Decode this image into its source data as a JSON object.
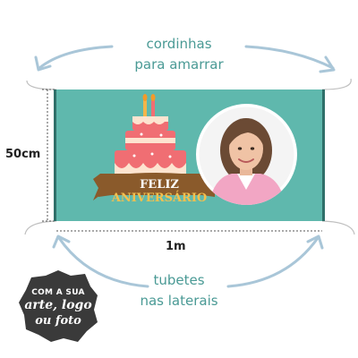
{
  "labels": {
    "top_line1": "cordinhas",
    "top_line2": "para amarrar",
    "bottom_line1": "tubetes",
    "bottom_line2": "nas laterais",
    "height": "50cm",
    "width": "1m"
  },
  "banner": {
    "ribbon_word1": "FELIZ",
    "ribbon_word2": "ANIVERSÁRIO",
    "photo_desc_icon": "woman-portrait-photo"
  },
  "badge": {
    "line1": "COM A SUA",
    "line2": "arte, logo",
    "line3": "ou foto"
  },
  "colors": {
    "banner": "#5fb8ad",
    "accent_text": "#4a9a95",
    "ribbon": "#8a5a2b",
    "cake_pink": "#f06e73",
    "badge": "#3a3a3a"
  }
}
